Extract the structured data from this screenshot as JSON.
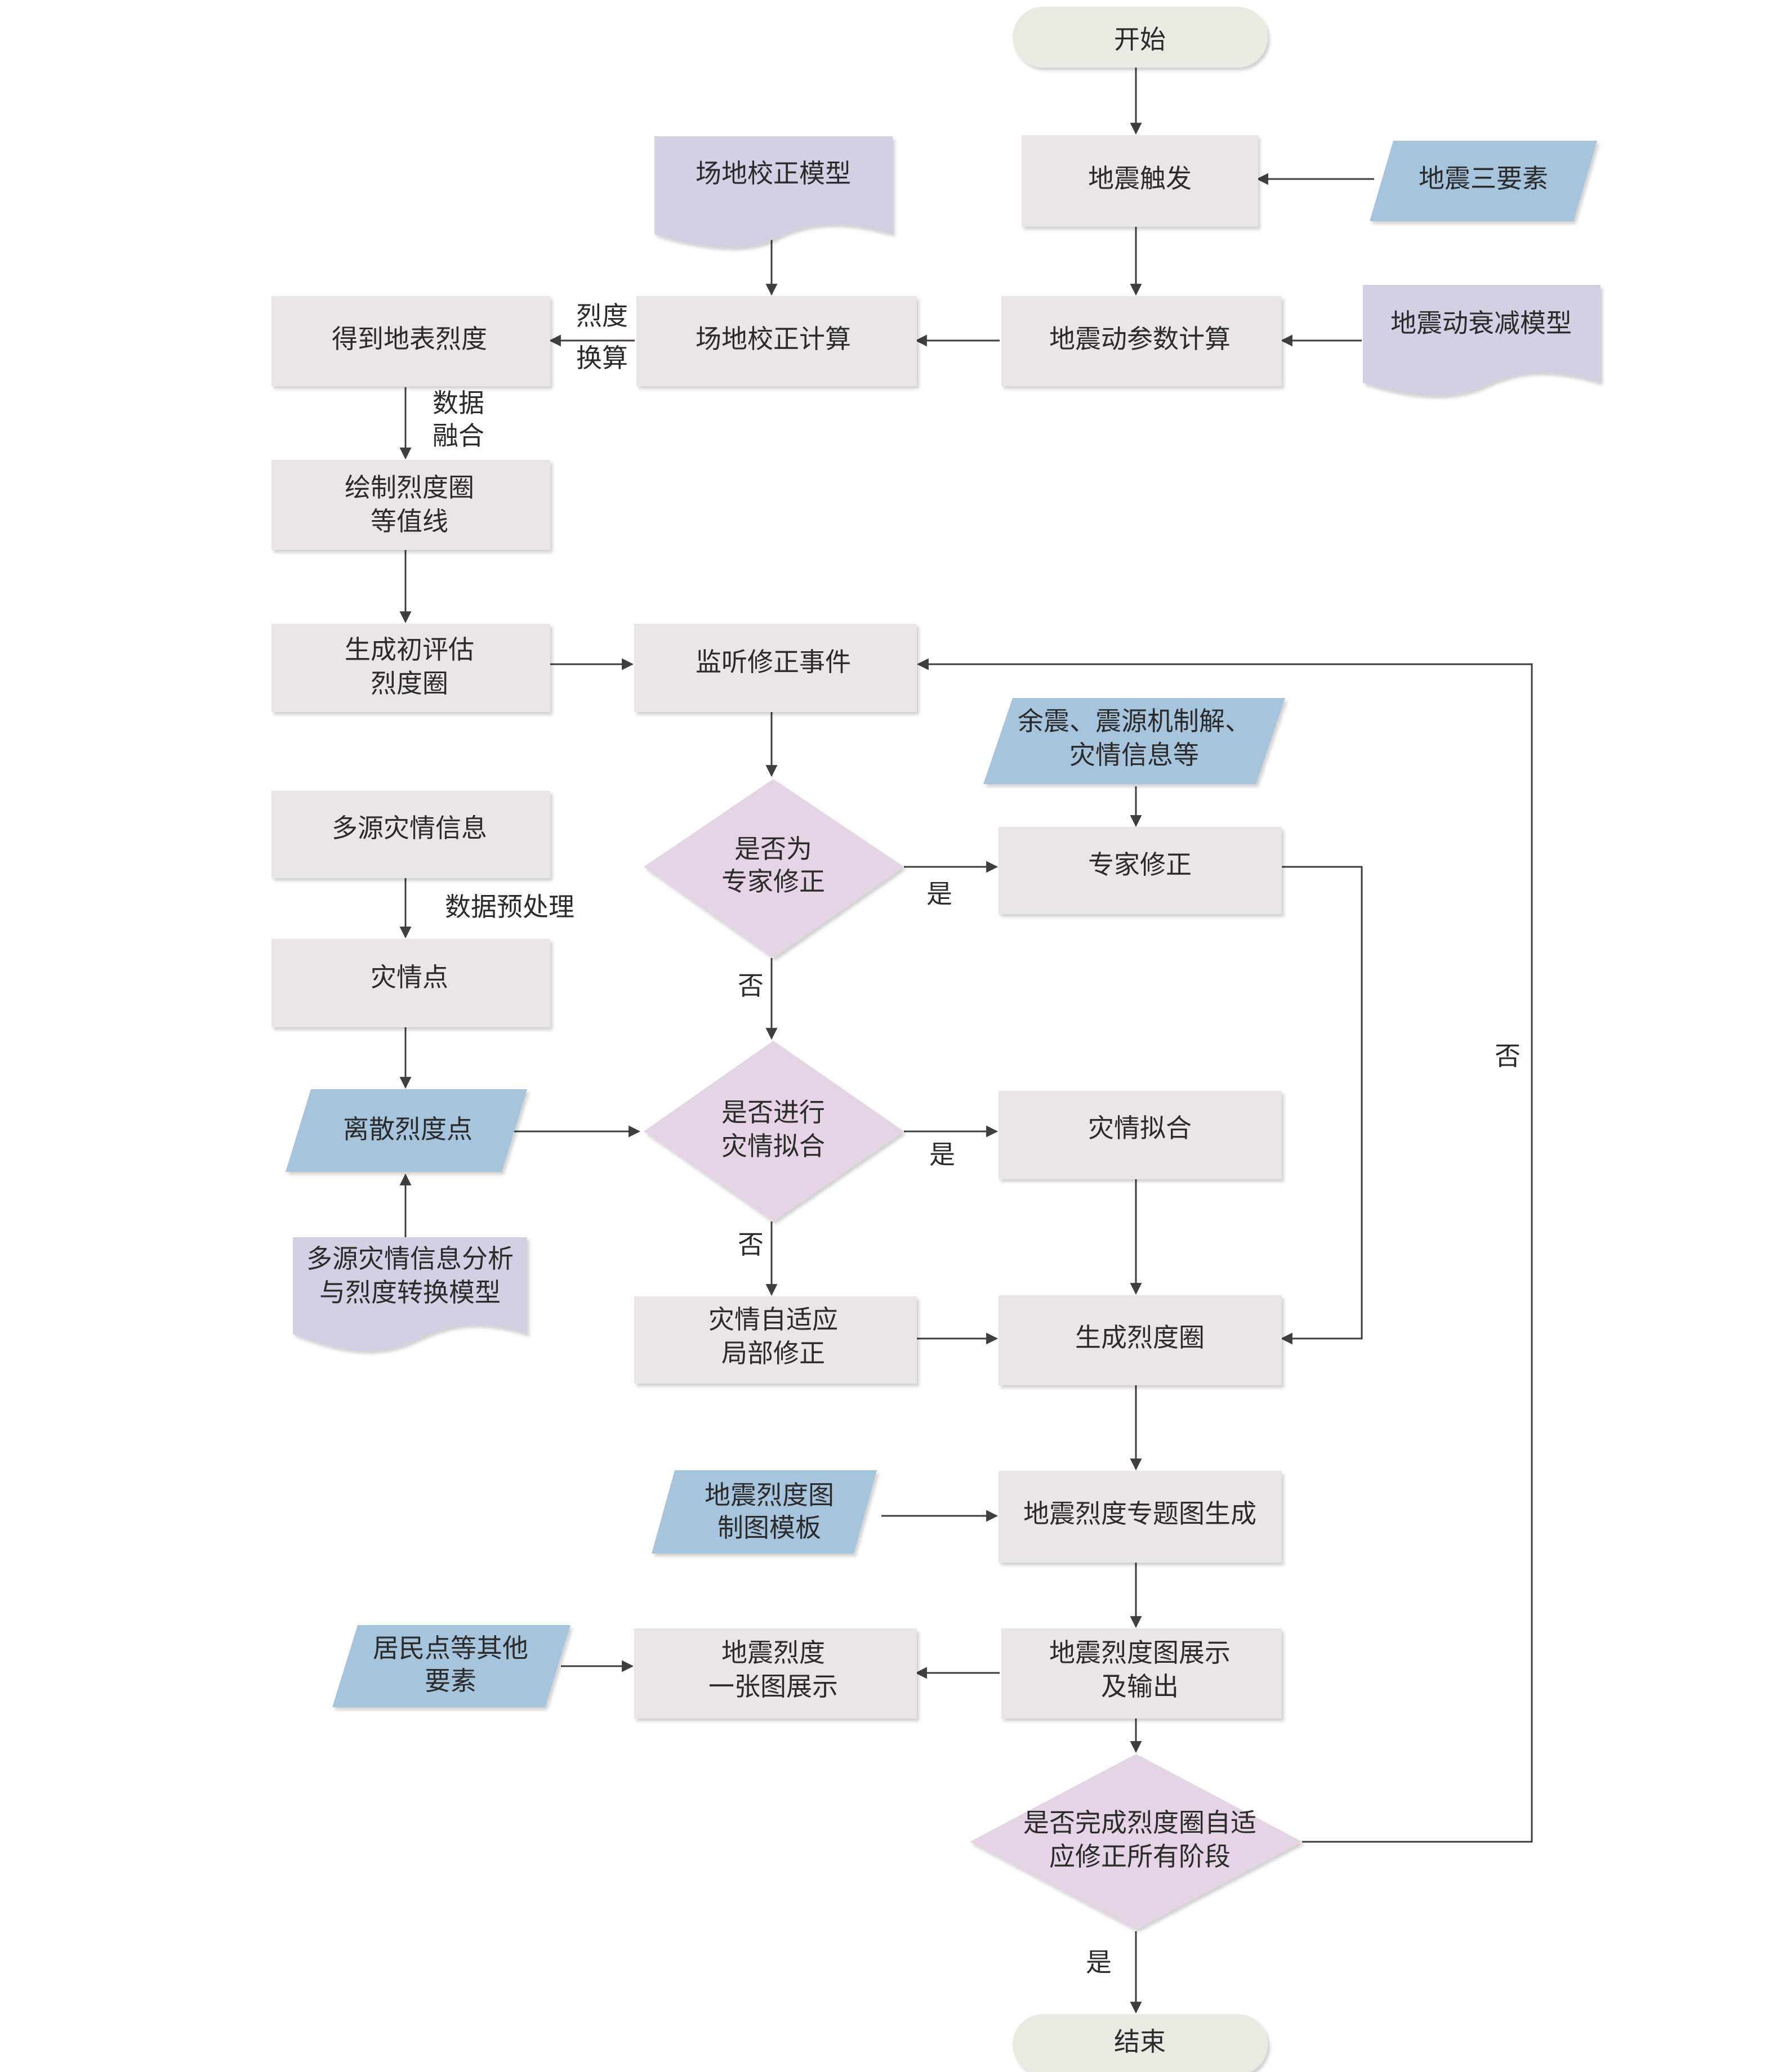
{
  "nodes": {
    "start": "开始",
    "quake_trigger": "地震触发",
    "three_elements": "地震三要素",
    "site_model": "场地校正模型",
    "site_calc": "场地校正计算",
    "motion_calc": "地震动参数计算",
    "attenuation_model": "地震动衰减模型",
    "surface_intensity": "得到地表烈度",
    "draw_contour": [
      "绘制烈度圈",
      "等值线"
    ],
    "initial_circle": [
      "生成初评估",
      "烈度圈"
    ],
    "listen_event": "监听修正事件",
    "aftershock_input": [
      "余震、震源机制解、",
      "灾情信息等"
    ],
    "multi_source_info": "多源灾情信息",
    "expert_decision": [
      "是否为",
      "专家修正"
    ],
    "expert_correct": "专家修正",
    "disaster_point": "灾情点",
    "discrete_points": "离散烈度点",
    "fit_decision": [
      "是否进行",
      "灾情拟合"
    ],
    "disaster_fit": "灾情拟合",
    "analysis_model": [
      "多源灾情信息分析",
      "与烈度转换模型"
    ],
    "adaptive_local": [
      "灾情自适应",
      "局部修正"
    ],
    "generate_circle": "生成烈度圈",
    "map_template": [
      "地震烈度图",
      "制图模板"
    ],
    "thematic_map": "地震烈度专题图生成",
    "residential": [
      "居民点等其他",
      "要素"
    ],
    "one_map": [
      "地震烈度",
      "一张图展示"
    ],
    "map_output": [
      "地震烈度图展示",
      "及输出"
    ],
    "final_decision": [
      "是否完成烈度圈自适",
      "应修正所有阶段"
    ],
    "end": "结束"
  },
  "edge_labels": {
    "intensity_conversion": [
      "烈度",
      "换算"
    ],
    "data_fusion": [
      "数据",
      "融合"
    ],
    "preprocess": "数据预处理",
    "yes": "是",
    "no": "否"
  },
  "colors": {
    "process": "#e8e6e6",
    "terminal": "#e9ebe2",
    "decision": "#e4d4e6",
    "data_input": "#a6c5dc",
    "document": "#d2d0e2",
    "arrow": "#3e3e3e"
  }
}
